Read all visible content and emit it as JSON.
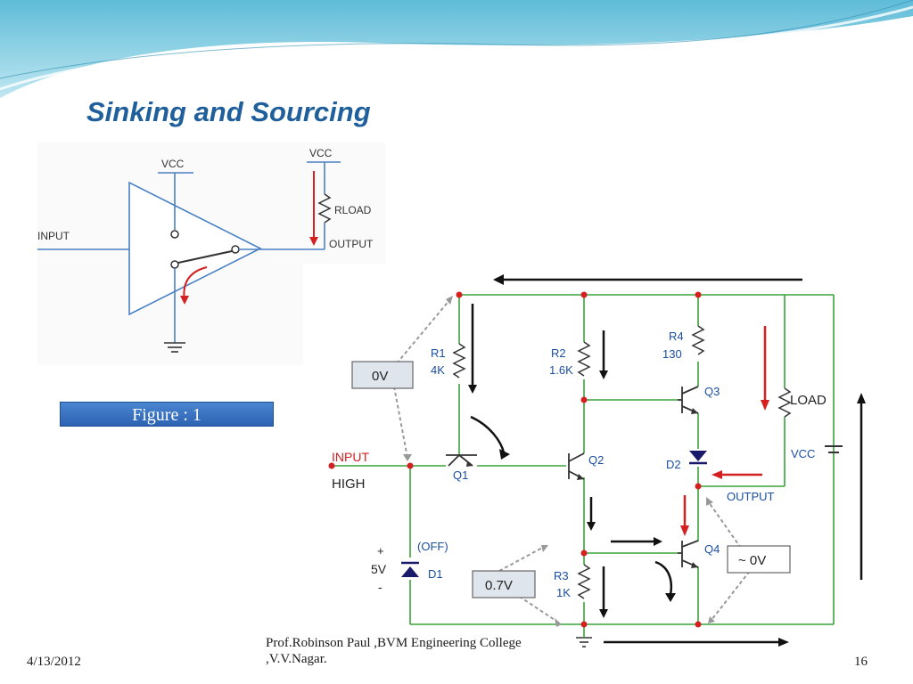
{
  "slide": {
    "title": "Sinking and Sourcing",
    "caption": "Figure : 1"
  },
  "figure1": {
    "vcc_gate": "VCC",
    "vcc_load": "VCC",
    "input": "INPUT",
    "rload": "RLOAD",
    "output": "OUTPUT"
  },
  "figure2": {
    "r1_name": "R1",
    "r1_value": "4K",
    "r2_name": "R2",
    "r2_value": "1.6K",
    "r4_name": "R4",
    "r4_value": "130",
    "r3_name": "R3",
    "r3_value": "1K",
    "q1": "Q1",
    "q2": "Q2",
    "q3": "Q3",
    "q4": "Q4",
    "d1": "D1",
    "d2": "D2",
    "load": "LOAD",
    "vcc": "VCC",
    "input": "INPUT",
    "high": "HIGH",
    "output": "OUTPUT",
    "off": "(OFF)",
    "plus": "+",
    "five_v": "5V",
    "minus": "-",
    "callout_0v": "0V",
    "callout_07v": "0.7V",
    "callout_approx_0v": "~ 0V"
  },
  "footer": {
    "date": "4/13/2012",
    "author_line1": "Prof.Robinson Paul ,BVM Engineering College",
    "author_line2": ",V.V.Nagar.",
    "page": "16"
  },
  "colors": {
    "title": "#1f5f9c",
    "wire_blue": "#4a7fc4",
    "wire_green": "#3aa23a",
    "node_red": "#d42020",
    "arrow_red": "#d42020",
    "callout_fill": "#dfe5ec",
    "header_wave": "#86d0e4"
  }
}
